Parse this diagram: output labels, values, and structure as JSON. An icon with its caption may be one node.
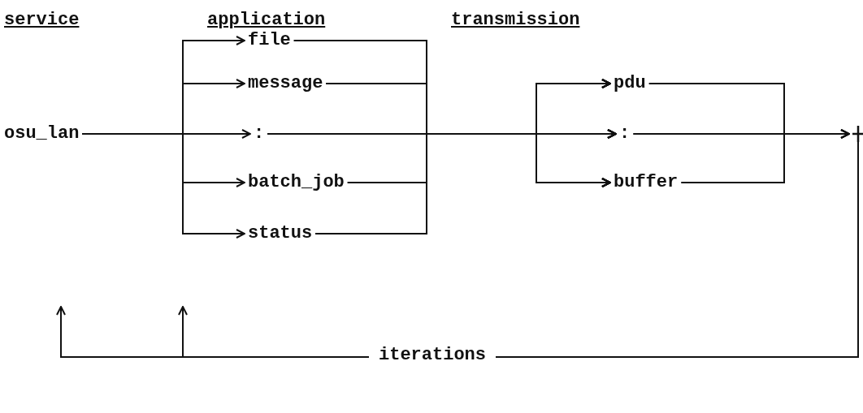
{
  "diagram": {
    "nodes": [
      {
        "text": [
          "osu_lan"
        ]
      },
      {
        "text": [
          "file"
        ]
      },
      {
        "text": [
          "message"
        ]
      },
      {
        "text": [
          ":"
        ]
      },
      {
        "text": [
          "batch_job"
        ]
      },
      {
        "text": [
          "status"
        ]
      },
      {
        "text": [
          "pdu"
        ]
      },
      {
        "text": [
          ":"
        ]
      },
      {
        "text": [
          "buffer"
        ]
      },
      {
        "text": [],
        "shape": "plus"
      }
    ],
    "edges": [
      {
        "from": 0,
        "to": 1,
        "arrow": "to"
      },
      {
        "from": 0,
        "to": 2,
        "arrow": "to"
      },
      {
        "from": 0,
        "to": 3,
        "arrow": "to"
      },
      {
        "from": 0,
        "to": 4,
        "arrow": "to"
      },
      {
        "from": 0,
        "to": 5,
        "arrow": "to"
      },
      {
        "from": 1,
        "to": 6,
        "arrow": "to"
      },
      {
        "from": 1,
        "to": 7,
        "arrow": "to"
      },
      {
        "from": 1,
        "to": 8,
        "arrow": "to"
      },
      {
        "from": 2,
        "to": 6,
        "arrow": "to"
      },
      {
        "from": 2,
        "to": 7,
        "arrow": "to"
      },
      {
        "from": 2,
        "to": 8,
        "arrow": "to"
      },
      {
        "from": 3,
        "to": 6,
        "arrow": "to"
      },
      {
        "from": 3,
        "to": 7,
        "arrow": "to"
      },
      {
        "from": 3,
        "to": 8,
        "arrow": "to"
      },
      {
        "from": 4,
        "to": 6,
        "arrow": "to"
      },
      {
        "from": 4,
        "to": 7,
        "arrow": "to"
      },
      {
        "from": 4,
        "to": 8,
        "arrow": "to"
      },
      {
        "from": 5,
        "to": 6,
        "arrow": "to"
      },
      {
        "from": 5,
        "to": 7,
        "arrow": "to"
      },
      {
        "from": 5,
        "to": 8,
        "arrow": "to"
      },
      {
        "from": 6,
        "to": 9,
        "arrow": "to"
      },
      {
        "from": 7,
        "to": 9,
        "arrow": "to"
      },
      {
        "from": 8,
        "to": 9,
        "arrow": "to"
      },
      {
        "from": 9,
        "to": null,
        "arrow": "to",
        "label": "iterations"
      },
      {
        "from": 9,
        "to": null,
        "arrow": "to"
      }
    ],
    "labels": [
      "service",
      "application",
      "transmission"
    ]
  }
}
